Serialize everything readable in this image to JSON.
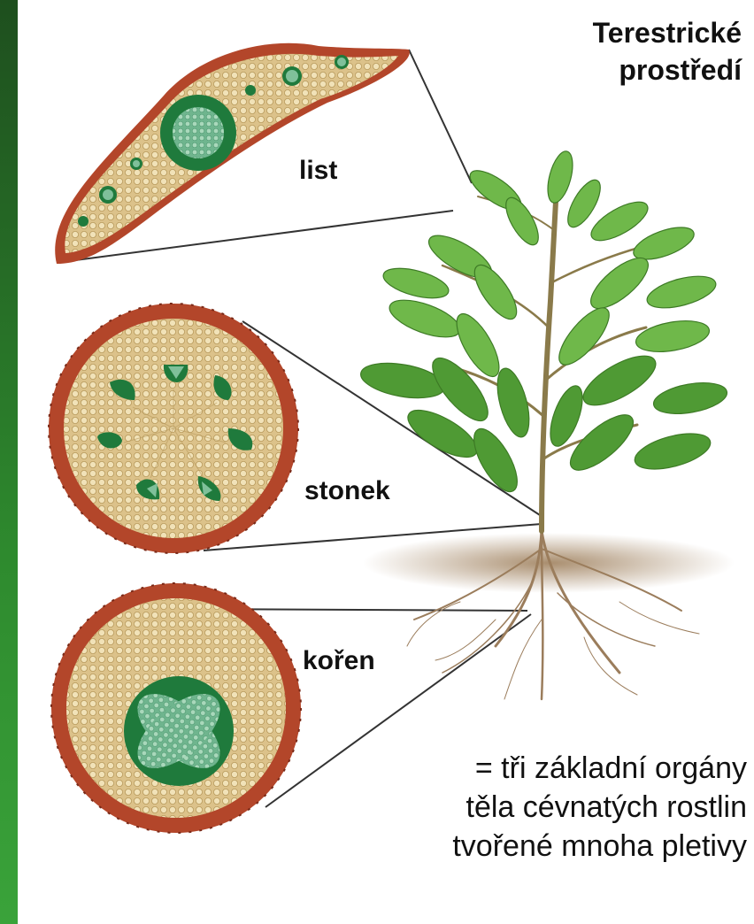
{
  "title": {
    "line1": "Terestrické",
    "line2": "prostředí"
  },
  "labels": {
    "leaf": "list",
    "stem": "stonek",
    "root": "kořen"
  },
  "caption": {
    "line1": "= tři základní orgány",
    "line2": "těla cévnatých rostlin",
    "line3": "tvořené mnoha pletivy"
  },
  "colors": {
    "background": "#2e8a2e",
    "epidermis": "#b0442a",
    "cortex": "#d9bf86",
    "vascular_dark": "#1f7a3c",
    "vascular_light": "#7fc09a",
    "leaf_foliage": "#5faa3a",
    "root_brown": "#8a6a4a"
  }
}
